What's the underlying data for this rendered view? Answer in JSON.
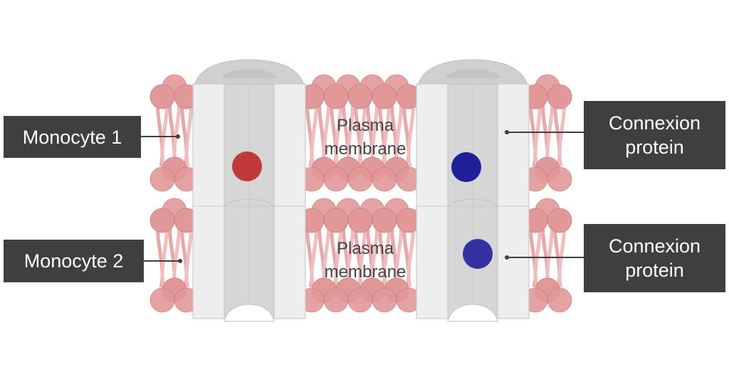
{
  "labels": {
    "monocyte_1": "Monocyte 1",
    "monocyte_2": "Monocyte 2",
    "connexion_top": [
      "Connexion",
      "protein"
    ],
    "connexion_bottom": [
      "Connexion",
      "protein"
    ]
  },
  "membrane_text": {
    "upper": [
      "Plasma",
      "membrane"
    ],
    "lower": [
      "Plasma",
      "membrane"
    ]
  },
  "colors": {
    "label_bg": "#3f3f3f",
    "label_text": "#ffffff",
    "lipid_head": "#e29898",
    "lipid_tail": "#efbdbd",
    "channel": "#eeeeee",
    "channel_dark": "#d6d6d6",
    "dot_red": "#c0393b",
    "dot_blue": "#1f1f9a",
    "dot_blue2": "#33309f"
  }
}
